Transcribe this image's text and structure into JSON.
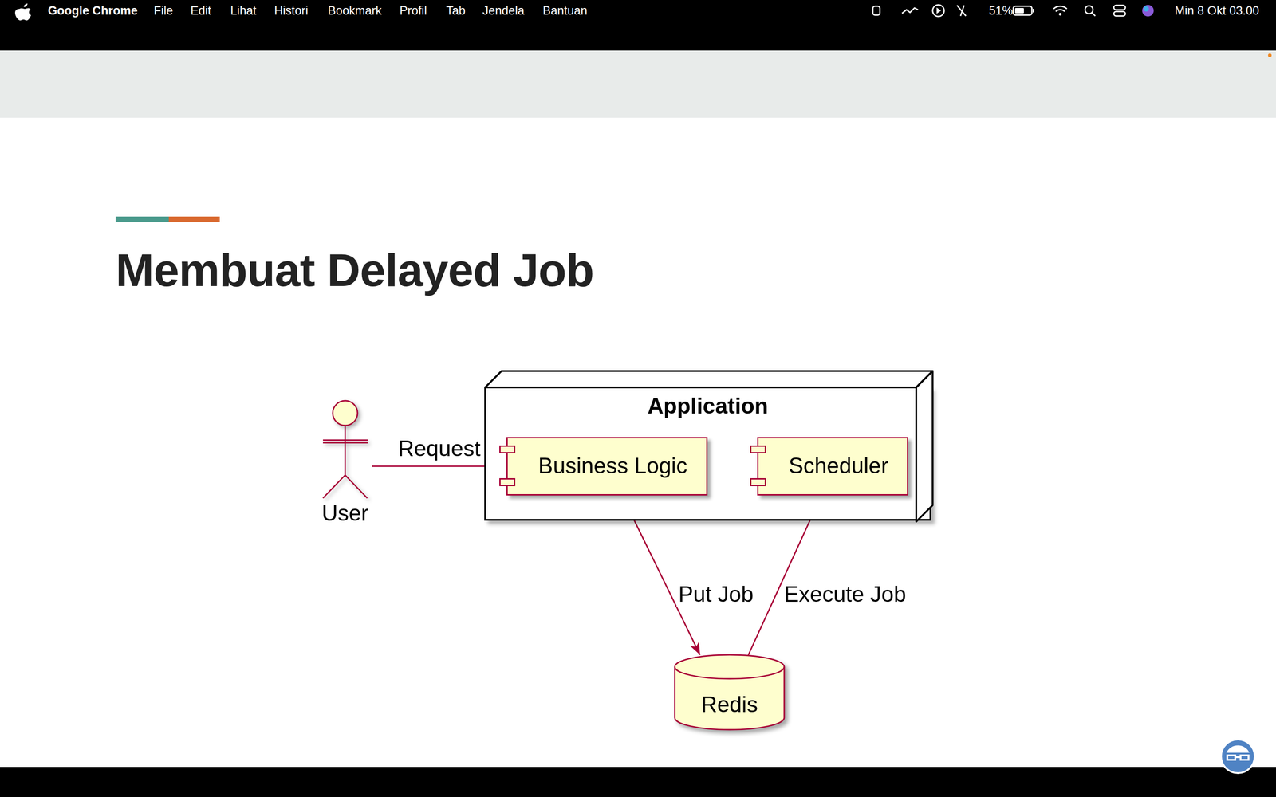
{
  "diagram": {
    "title": "Membuat Delayed Job",
    "nodes": [
      {
        "text": [
          "User"
        ]
      },
      {
        "text": [
          "Application"
        ]
      },
      {
        "text": [
          "Business Logic"
        ],
        "in": 1
      },
      {
        "text": [
          "Scheduler"
        ],
        "in": 1
      },
      {
        "text": [
          "Redis"
        ]
      }
    ],
    "edges": [
      {
        "from": 0,
        "to": 2,
        "label": "Request",
        "arrow": "to"
      },
      {
        "from": 2,
        "to": 4,
        "label": "Put Job",
        "arrow": "to"
      },
      {
        "from": 4,
        "to": 3,
        "label": "Execute Job",
        "arrow": "to"
      }
    ],
    "labels": [
      "Google Chrome",
      "File",
      "Edit",
      "Lihat",
      "Histori",
      "Bookmark",
      "Profil",
      "Tab",
      "Jendela",
      "Bantuan",
      "51%",
      "Min 8 Okt 03.00"
    ]
  }
}
